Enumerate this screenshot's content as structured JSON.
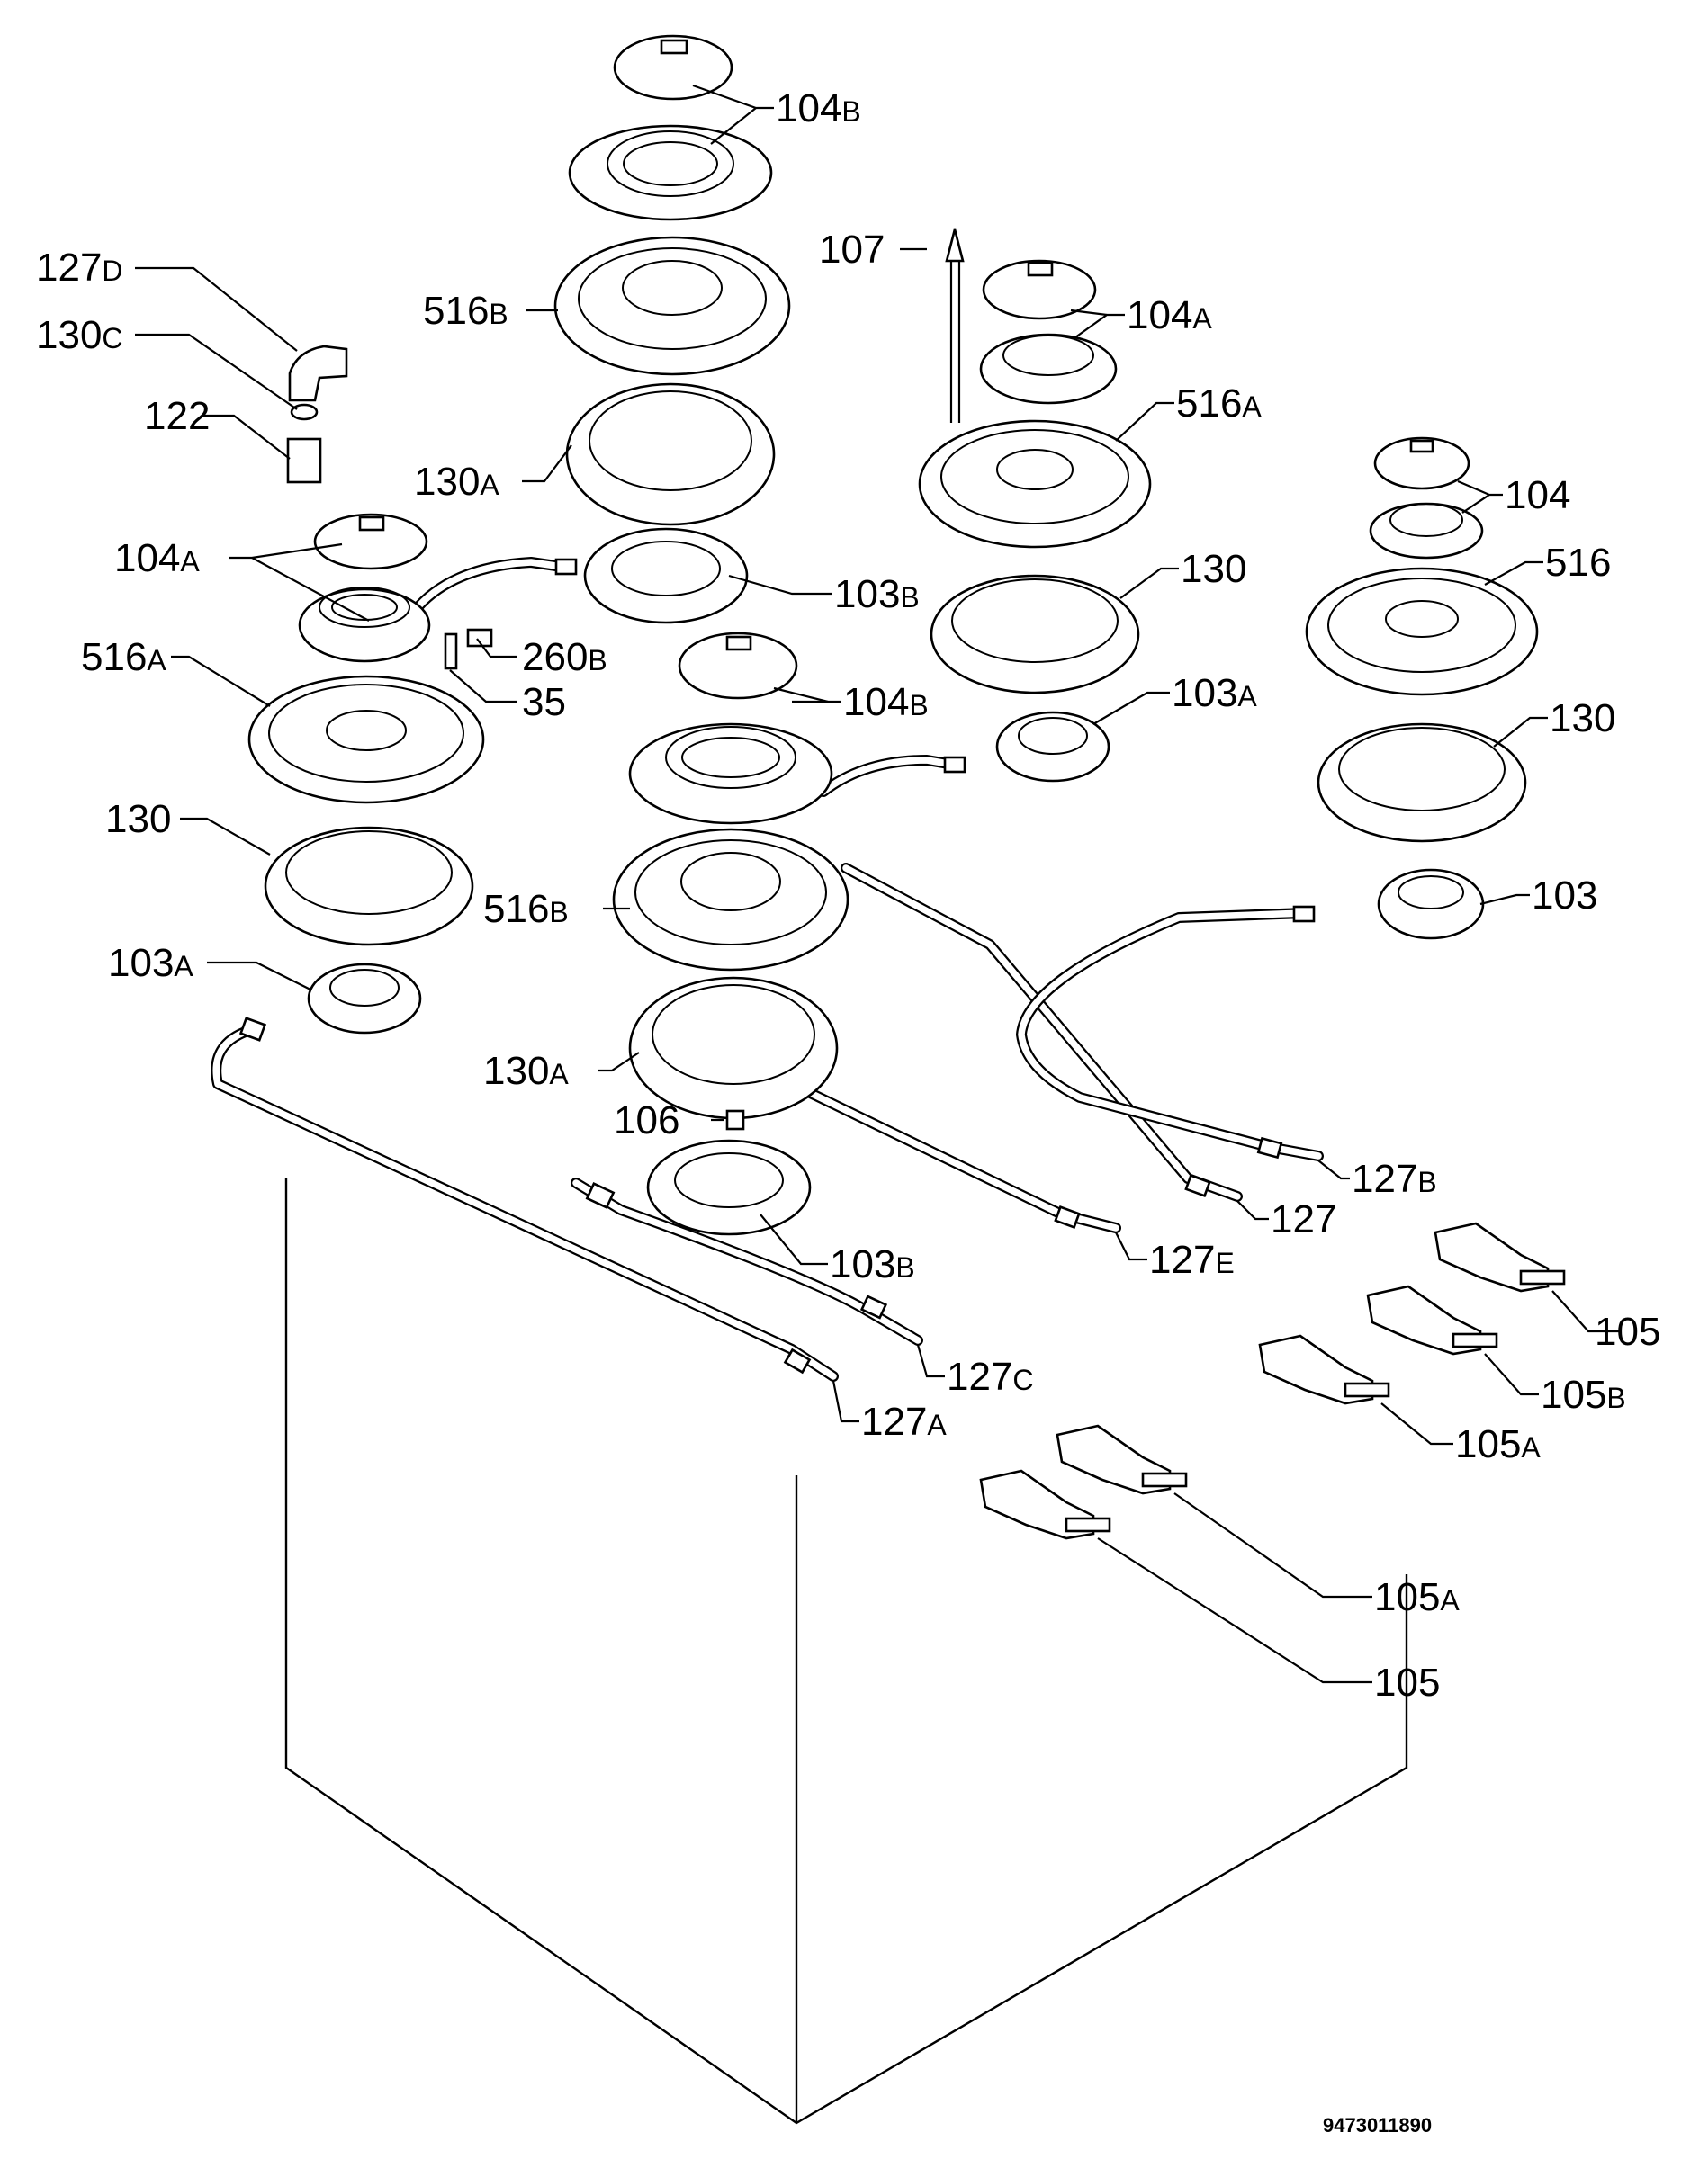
{
  "diagram": {
    "document_number": "9473011890",
    "labels": [
      {
        "id": "l-104b-top",
        "num": "104",
        "suffix": "B"
      },
      {
        "id": "l-127d",
        "num": "127",
        "suffix": "D"
      },
      {
        "id": "l-130c",
        "num": "130",
        "suffix": "C"
      },
      {
        "id": "l-122",
        "num": "122",
        "suffix": ""
      },
      {
        "id": "l-516b-top",
        "num": "516",
        "suffix": "B"
      },
      {
        "id": "l-130a-top",
        "num": "130",
        "suffix": "A"
      },
      {
        "id": "l-104a-left",
        "num": "104",
        "suffix": "A"
      },
      {
        "id": "l-103b-top",
        "num": "103",
        "suffix": "B"
      },
      {
        "id": "l-260b",
        "num": "260",
        "suffix": "B"
      },
      {
        "id": "l-35",
        "num": "35",
        "suffix": ""
      },
      {
        "id": "l-516a-left",
        "num": "516",
        "suffix": "A"
      },
      {
        "id": "l-130-left",
        "num": "130",
        "suffix": ""
      },
      {
        "id": "l-103a-left",
        "num": "103",
        "suffix": "A"
      },
      {
        "id": "l-107",
        "num": "107",
        "suffix": ""
      },
      {
        "id": "l-104a-mid",
        "num": "104",
        "suffix": "A"
      },
      {
        "id": "l-516a-mid",
        "num": "516",
        "suffix": "A"
      },
      {
        "id": "l-130-mid",
        "num": "130",
        "suffix": ""
      },
      {
        "id": "l-103a-mid",
        "num": "103",
        "suffix": "A"
      },
      {
        "id": "l-104-right",
        "num": "104",
        "suffix": ""
      },
      {
        "id": "l-516-right",
        "num": "516",
        "suffix": ""
      },
      {
        "id": "l-130-right",
        "num": "130",
        "suffix": ""
      },
      {
        "id": "l-103-right",
        "num": "103",
        "suffix": ""
      },
      {
        "id": "l-104b-center",
        "num": "104",
        "suffix": "B"
      },
      {
        "id": "l-516b-center",
        "num": "516",
        "suffix": "B"
      },
      {
        "id": "l-130a-center",
        "num": "130",
        "suffix": "A"
      },
      {
        "id": "l-106",
        "num": "106",
        "suffix": ""
      },
      {
        "id": "l-103b-bottom",
        "num": "103",
        "suffix": "B"
      },
      {
        "id": "l-127b",
        "num": "127",
        "suffix": "B"
      },
      {
        "id": "l-127",
        "num": "127",
        "suffix": ""
      },
      {
        "id": "l-127e",
        "num": "127",
        "suffix": "E"
      },
      {
        "id": "l-127c",
        "num": "127",
        "suffix": "C"
      },
      {
        "id": "l-127a",
        "num": "127",
        "suffix": "A"
      },
      {
        "id": "l-105-top",
        "num": "105",
        "suffix": ""
      },
      {
        "id": "l-105b",
        "num": "105",
        "suffix": "B"
      },
      {
        "id": "l-105a-upper",
        "num": "105",
        "suffix": "A"
      },
      {
        "id": "l-105a-lower",
        "num": "105",
        "suffix": "A"
      },
      {
        "id": "l-105-bottom",
        "num": "105",
        "suffix": ""
      }
    ]
  }
}
